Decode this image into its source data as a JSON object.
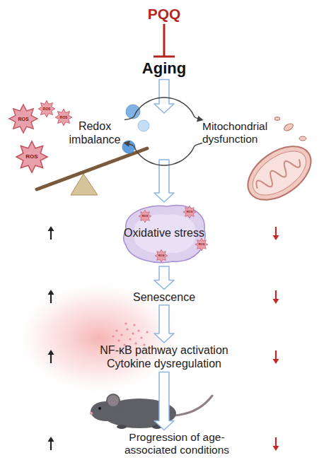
{
  "diagram": {
    "nodes": [
      {
        "text": [
          "PQQ"
        ]
      },
      {
        "text": [
          "Aging"
        ]
      },
      {
        "text": [
          "Redox imbalance"
        ]
      },
      {
        "text": [
          "Mitochondrial dysfunction"
        ]
      },
      {
        "text": [
          "Oxidative stress"
        ]
      },
      {
        "text": [
          "Senescence"
        ]
      },
      {
        "text": [
          "NF-κB pathway activation",
          "Cytokine dysregulation"
        ]
      },
      {
        "text": [
          "Progression of age-associated conditions"
        ]
      }
    ],
    "edges": [
      {
        "from": 0,
        "to": 1,
        "arrow": "to"
      },
      {
        "from": 1,
        "to": 4,
        "arrow": "to"
      },
      {
        "from": 2,
        "to": 3,
        "arrow": "to"
      },
      {
        "from": 3,
        "to": 2,
        "arrow": "to"
      },
      {
        "from": 4,
        "to": 5,
        "arrow": "to"
      },
      {
        "from": 5,
        "to": 6,
        "arrow": "to"
      },
      {
        "from": 6,
        "to": 7,
        "arrow": "to"
      }
    ],
    "labels": [
      "ROS",
      "ROS",
      "ROS",
      "ROS",
      "ROS",
      "ROS",
      "ROS",
      "ROS"
    ]
  }
}
